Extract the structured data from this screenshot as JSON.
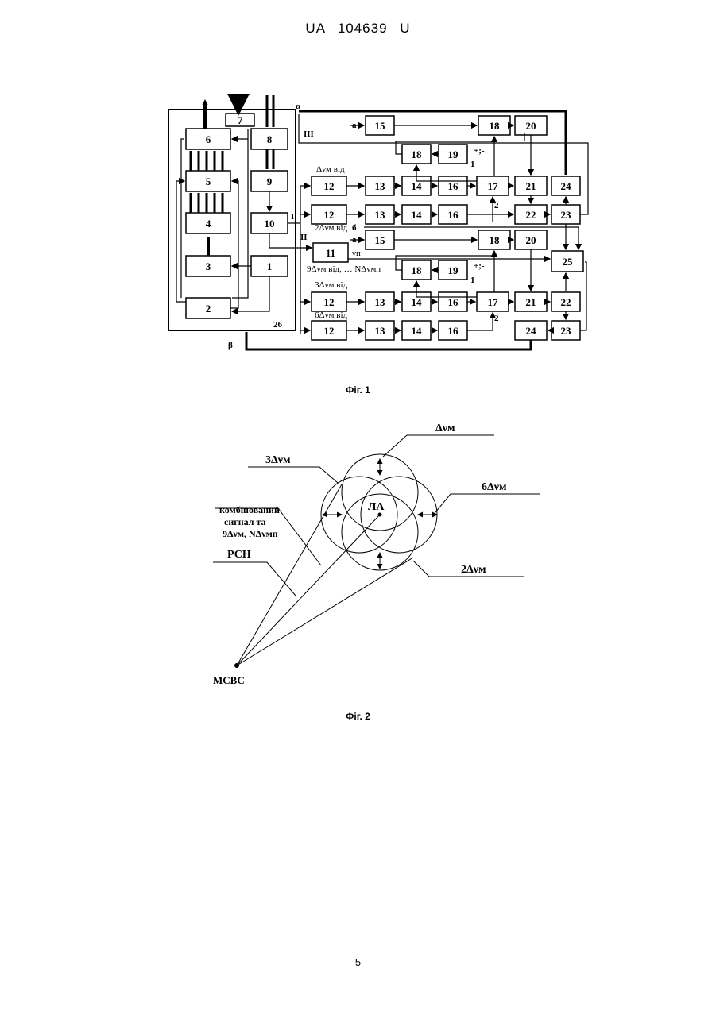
{
  "header": {
    "text": "UA   104639   U"
  },
  "figure1": {
    "caption": "Фіг. 1",
    "blocks": [
      "1",
      "2",
      "3",
      "4",
      "5",
      "6",
      "7",
      "8",
      "9",
      "10",
      "11",
      "12",
      "13",
      "14",
      "15",
      "16",
      "17",
      "18",
      "19",
      "20",
      "21",
      "22",
      "23",
      "24",
      "25",
      "26"
    ],
    "labels": {
      "alpha": "α",
      "beta": "β",
      "roman1": "I",
      "roman2": "II",
      "roman3": "III",
      "in_a1": "a",
      "in_a2": "a",
      "pm1": "+;-",
      "pm2": "+;-",
      "one1": "1",
      "one2": "1",
      "two1": "2",
      "two2": "2",
      "six": "б",
      "nu_p": "νп",
      "dv1": "Δνм від",
      "dv2": "2Δνм від",
      "dv9": "9Δνм від, … NΔνмп",
      "dv3": "3Δνм від",
      "dv6": "6Δνм від"
    }
  },
  "figure2": {
    "caption": "Фіг. 2",
    "labels": {
      "dvm": "Δνм",
      "three_dvm": "3Δνм",
      "six_dvm": "6Δνм",
      "two_dvm": "2Δνм",
      "combined_1": "комбінований",
      "combined_2": "сигнал та",
      "combined_3": "9Δνм, NΔνмп",
      "rsn": "РСН",
      "la": "ЛА",
      "msvs": "МСВС"
    }
  },
  "page_number": "5"
}
